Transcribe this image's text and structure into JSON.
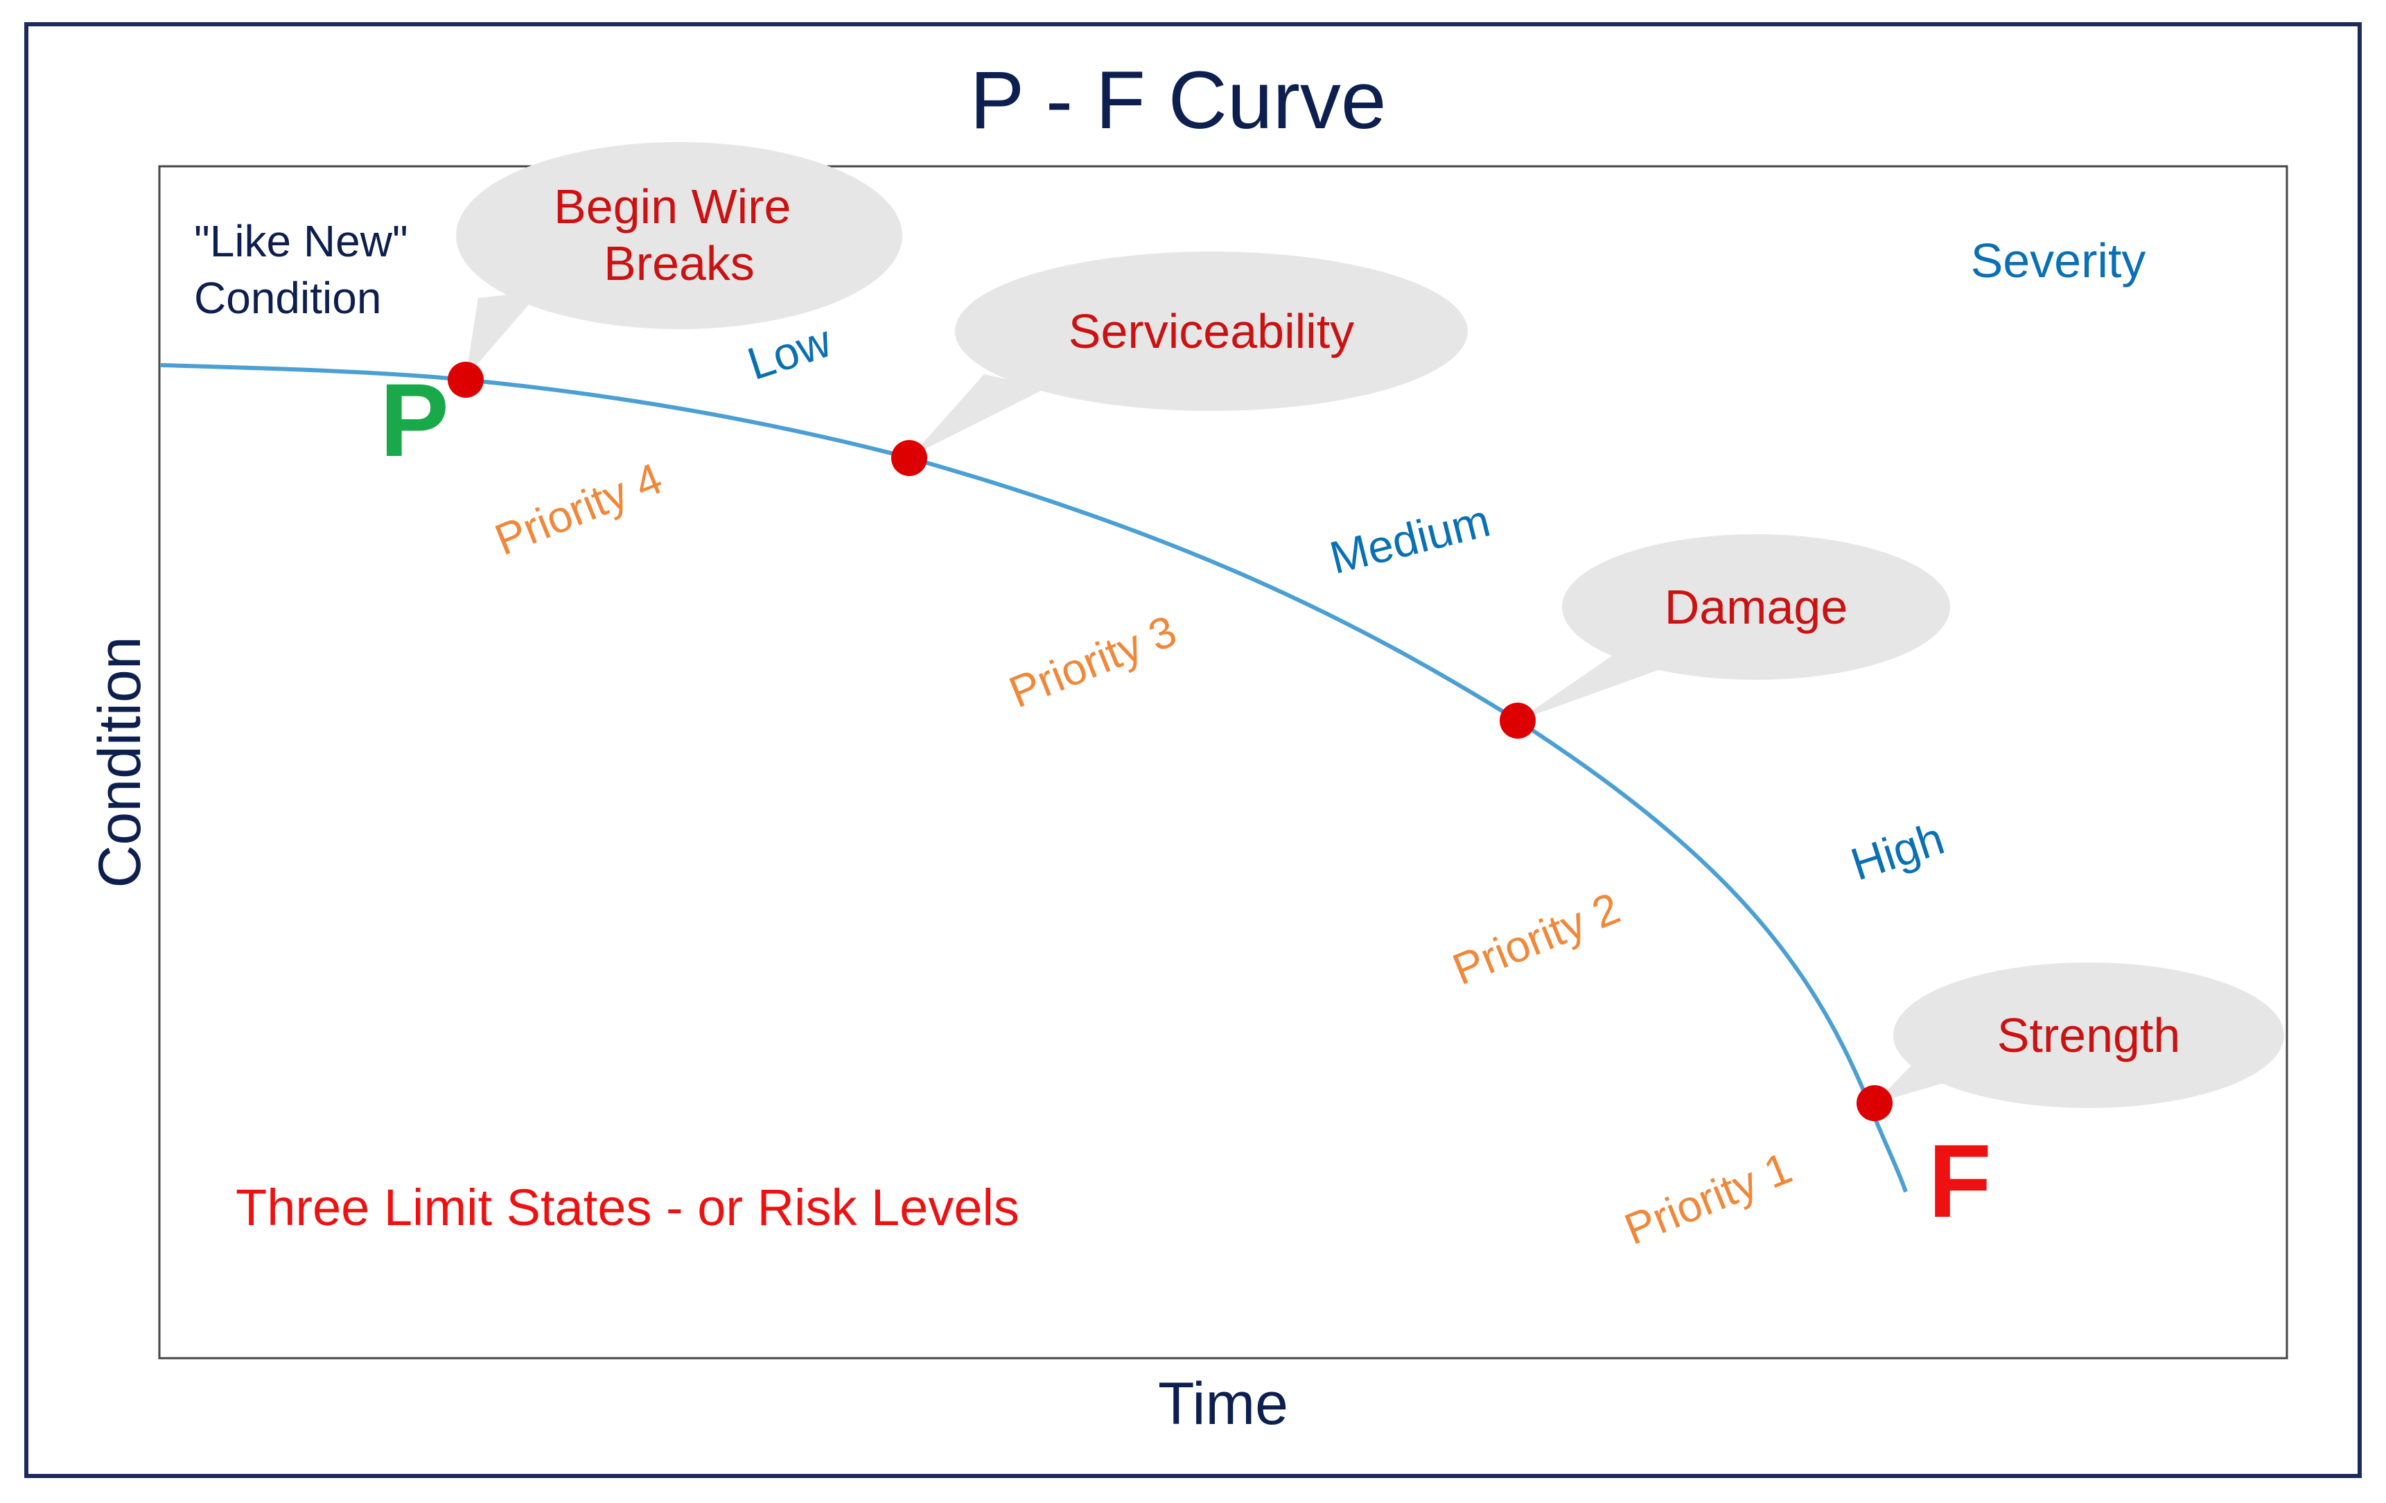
{
  "title": "P - F Curve",
  "axes": {
    "x_label": "Time",
    "y_label": "Condition"
  },
  "start_condition": "\"Like New\"\nCondition",
  "points": {
    "p": "P",
    "f": "F"
  },
  "callouts": [
    {
      "id": "begin-wire-breaks",
      "text": "Begin Wire\nBreaks"
    },
    {
      "id": "serviceability",
      "text": "Serviceability"
    },
    {
      "id": "damage",
      "text": "Damage"
    },
    {
      "id": "strength",
      "text": "Strength"
    }
  ],
  "severity": {
    "header": "Severity",
    "levels": [
      "Low",
      "Medium",
      "High"
    ]
  },
  "priorities": [
    "Priority 4",
    "Priority 3",
    "Priority 2",
    "Priority 1"
  ],
  "footnote": "Three Limit States - or Risk Levels",
  "colors": {
    "frame": "#1c2a5e",
    "title": "#0d1f4f",
    "curve": "#4a9fd4",
    "severity": "#0a70b5",
    "priority": "#f0883a",
    "callout_text": "#cc1111",
    "callout_bubble": "#e6e6e6",
    "marker": "#dd0000",
    "p_letter": "#19a84a",
    "f_letter": "#ee1111",
    "footnote": "#ee1111"
  }
}
